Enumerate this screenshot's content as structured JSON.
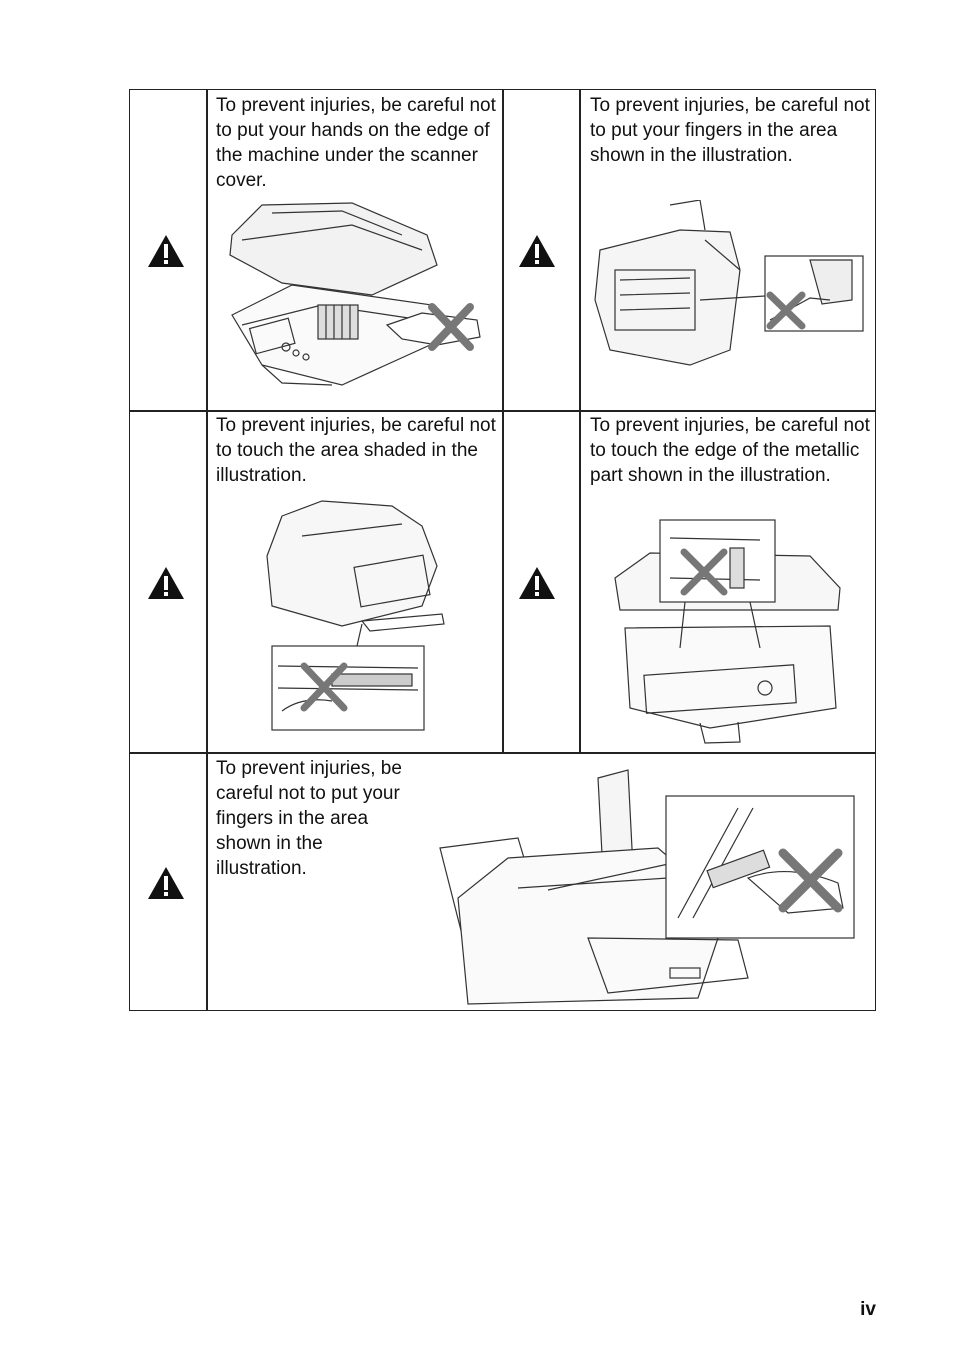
{
  "cells": [
    {
      "text": "To prevent injuries, be careful not to put your hands on the edge of the machine under the scanner cover."
    },
    {
      "text": "To prevent injuries, be careful not to put your fingers in the area shown in the illustration."
    },
    {
      "text": "To prevent injuries, be careful not to touch the area shaded in the illustration."
    },
    {
      "text": "To prevent injuries, be careful not to touch the edge of the metallic part shown in the illustration."
    },
    {
      "text": "To prevent injuries, be careful not to put your fingers in the area shown in the illustration."
    }
  ],
  "icons": {
    "warning": "warning-triangle-icon",
    "prohibit": "x-mark-icon"
  },
  "page_number": "iv"
}
